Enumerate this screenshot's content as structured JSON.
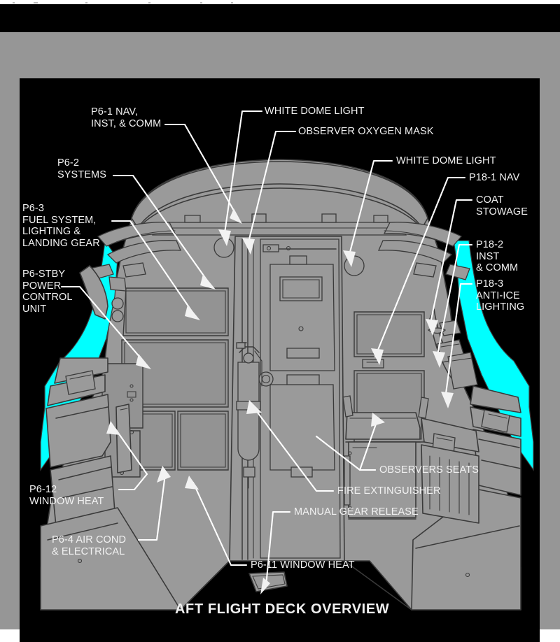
{
  "page": {
    "title": "AFT FLIGHT DECK OVERVIEW",
    "background": "#000000",
    "frame_color": "#969696",
    "label_color": "#f2f2f2",
    "highlight_color": "#00ffff",
    "line_color": "#3a3a3a",
    "fill_color": "#9a9a9a"
  },
  "labels": {
    "p6_1": "P6-1 NAV,\nINST, & COMM",
    "p6_2": "P6-2\nSYSTEMS",
    "p6_3": "P6-3\nFUEL SYSTEM,\nLIGHTING &\nLANDING GEAR",
    "p6_stby": "P6-STBY\nPOWER\nCONTROL\nUNIT",
    "white_dome_light_left": "WHITE DOME LIGHT",
    "observer_oxygen_mask": "OBSERVER OXYGEN MASK",
    "white_dome_light_right": "WHITE DOME LIGHT",
    "p18_1": "P18-1 NAV",
    "coat_stowage": "COAT\nSTOWAGE",
    "p18_2": "P18-2\nINST\n& COMM",
    "p18_3": "P18-3\nANTI-ICE\nLIGHTING",
    "observers_seats": "OBSERVERS SEATS",
    "fire_extinguisher": "FIRE EXTINGUISHER",
    "manual_gear_release": "MANUAL GEAR RELEASE",
    "p6_11": "P6-11 WINDOW HEAT",
    "p6_12": "P6-12\nWINDOW HEAT",
    "p6_4": "P6-4 AIR COND\n& ELECTRICAL"
  }
}
